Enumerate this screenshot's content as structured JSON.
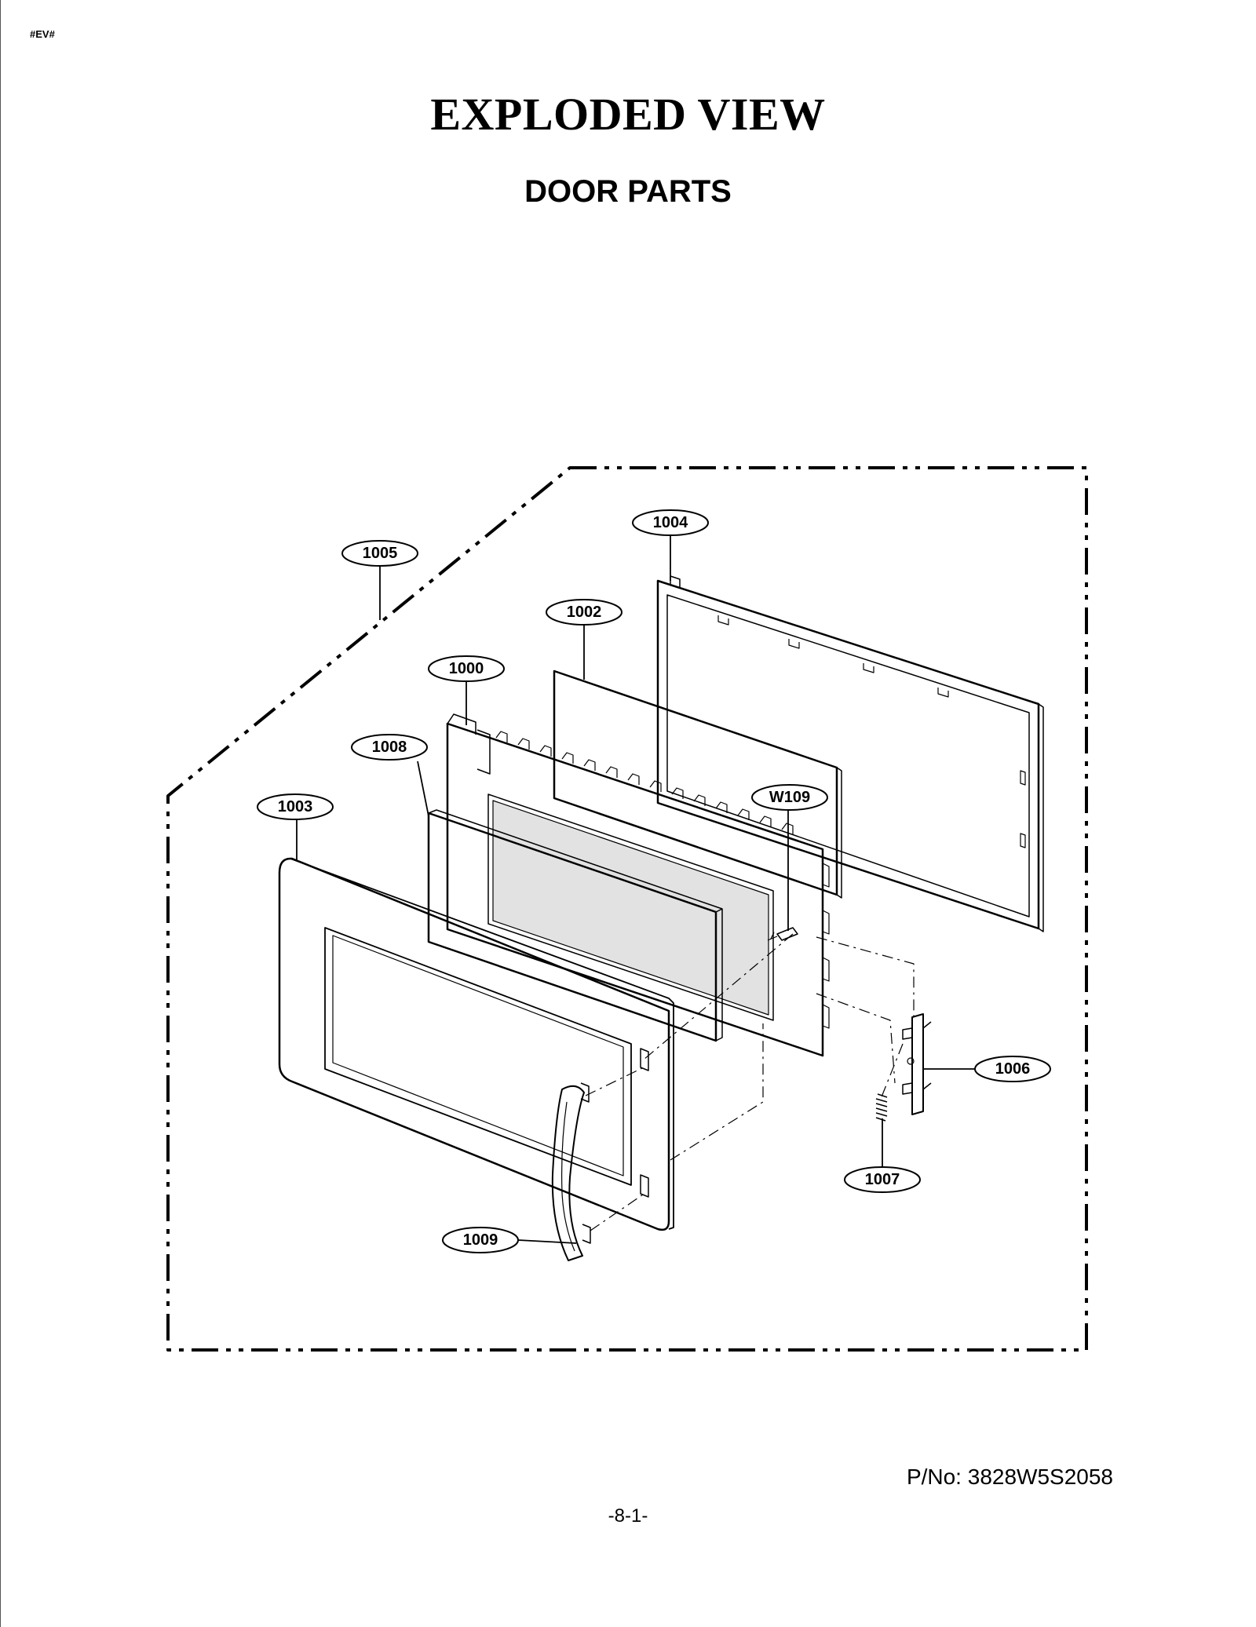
{
  "header": {
    "tag": "#EV#"
  },
  "title": "EXPLODED VIEW",
  "subtitle": "DOOR PARTS",
  "parts": [
    {
      "id": "1000",
      "label": "1000"
    },
    {
      "id": "1002",
      "label": "1002"
    },
    {
      "id": "1003",
      "label": "1003"
    },
    {
      "id": "1004",
      "label": "1004"
    },
    {
      "id": "1005",
      "label": "1005"
    },
    {
      "id": "1006",
      "label": "1006"
    },
    {
      "id": "1007",
      "label": "1007"
    },
    {
      "id": "1008",
      "label": "1008"
    },
    {
      "id": "1009",
      "label": "1009"
    },
    {
      "id": "W109",
      "label": "W109"
    }
  ],
  "footer": {
    "part_number": "P/No: 3828W5S2058",
    "page_number": "-8-1-"
  },
  "colors": {
    "line": "#000000",
    "glass": "#e2e2e2",
    "background": "#ffffff"
  }
}
